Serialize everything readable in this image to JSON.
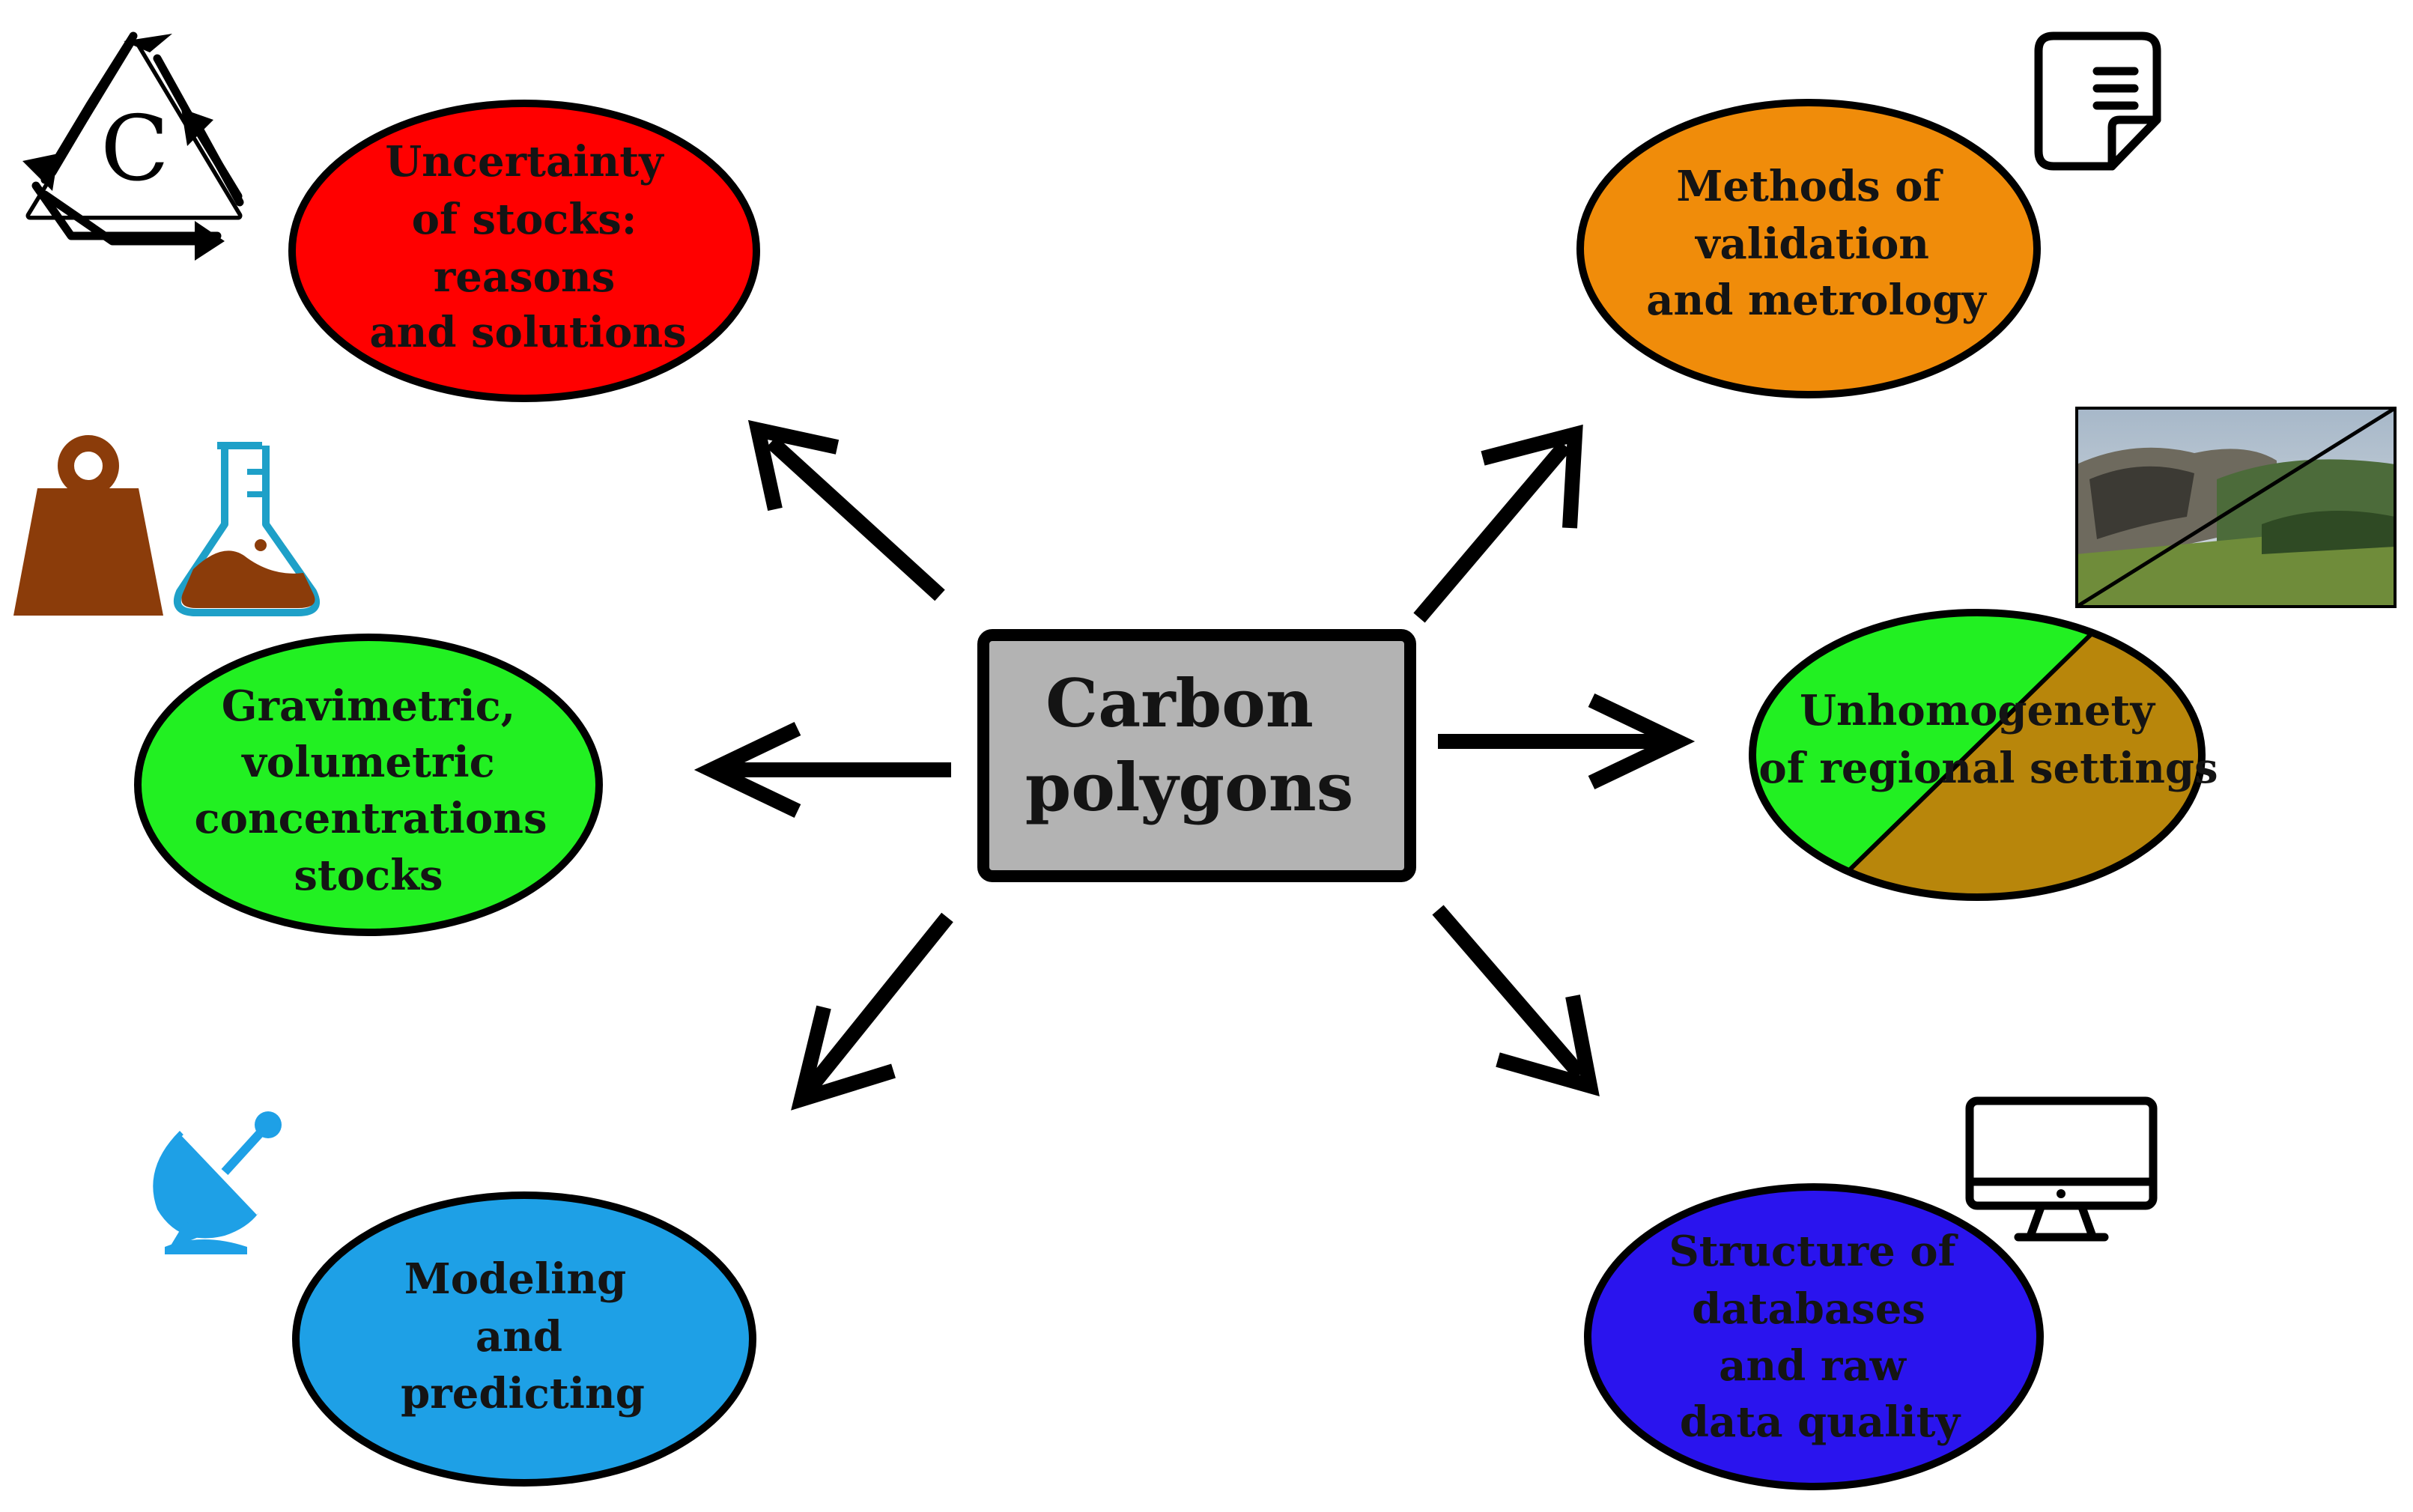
{
  "center": {
    "lines": [
      "Carbon",
      "polygons"
    ],
    "fill": "#b3b3b3"
  },
  "nodes": [
    {
      "id": "uncertainty",
      "lines": [
        "Uncertainty",
        "of stocks:",
        "reasons",
        "and solutions"
      ],
      "fill": "#ff0000",
      "icon": "recycle-carbon-icon",
      "icon_letter": "C"
    },
    {
      "id": "methods",
      "lines": [
        "Methods of",
        "validation",
        "and metrology"
      ],
      "fill": "#f08c0a",
      "icon": "document-icon"
    },
    {
      "id": "gravimetric",
      "lines": [
        "Gravimetric,",
        "volumetric",
        "concentrations",
        "stocks"
      ],
      "fill": "#22f022",
      "icon": "weight-and-flask-icon"
    },
    {
      "id": "unhomogenety",
      "lines": [
        "Unhomogenety",
        "of regional settings"
      ],
      "fill": "#22f022",
      "fill2": "#b8860b",
      "icon": "landscape-photo-icon"
    },
    {
      "id": "modeling",
      "lines": [
        "Modeling",
        "and",
        "predicting"
      ],
      "fill": "#1ea0e6",
      "icon": "satellite-dish-icon"
    },
    {
      "id": "structure",
      "lines": [
        "Structure of",
        "databases",
        "and raw",
        "data quality"
      ],
      "fill": "#2a14ee",
      "icon": "monitor-icon"
    }
  ],
  "colors": {
    "stroke": "#000000",
    "text": "#141414",
    "brown": "#8b3c0a",
    "flask": "#1ea0c8",
    "dish": "#1ea0e6"
  }
}
